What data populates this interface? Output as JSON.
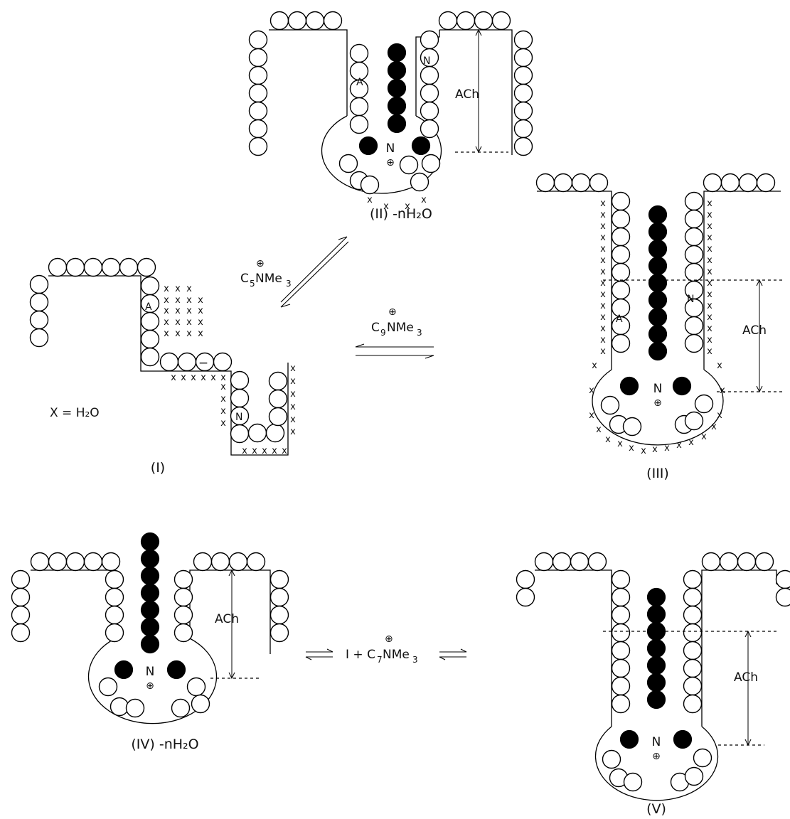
{
  "colors": {
    "ink": "#000000",
    "background": "#ffffff"
  },
  "legend": {
    "water": "X = H₂O"
  },
  "labels": {
    "structure_1": "(I)",
    "structure_2": "(II) -nH₂O",
    "structure_3": "(III)",
    "structure_4": "(IV) -nH₂O",
    "structure_5": "(V)"
  },
  "reagents": {
    "c5": {
      "base": "C",
      "sub": "5",
      "rest": "NMe",
      "sub2": "3"
    },
    "c9": {
      "base": "C",
      "sub": "9",
      "rest": "NMe",
      "sub2": "3"
    },
    "c7": {
      "prefix": "I + C",
      "sub": "7",
      "rest": "NMe",
      "sub2": "3"
    }
  },
  "site_marks": {
    "anionic": "A",
    "nonpolar": "N",
    "negative": "−",
    "nitrogen": "N",
    "plus": "⊕"
  },
  "dimension_label": "ACh",
  "water_mark": "x"
}
